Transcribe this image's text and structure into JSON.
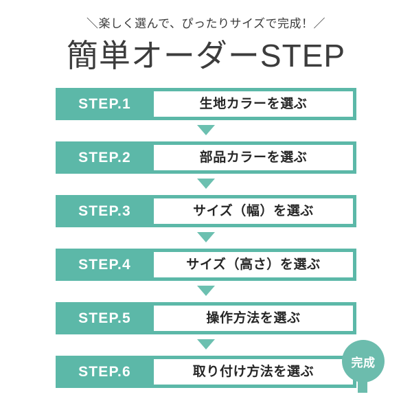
{
  "header": {
    "subtitle": "＼楽しく選んで、ぴったりサイズで完成！／",
    "title": "簡単オーダーSTEP"
  },
  "theme": {
    "accent": "#5cb8a8",
    "accent_light": "#6cc0b0",
    "badge": "#6cbcad",
    "panel_bg": "#ffffff",
    "text_dark": "#262626",
    "title_color": "#3c3c3c",
    "page_bg": "#ffffff"
  },
  "steps": [
    {
      "label": "STEP.1",
      "text": "生地カラーを選ぶ"
    },
    {
      "label": "STEP.2",
      "text": "部品カラーを選ぶ"
    },
    {
      "label": "STEP.3",
      "text": "サイズ（幅）を選ぶ"
    },
    {
      "label": "STEP.4",
      "text": "サイズ（高さ）を選ぶ"
    },
    {
      "label": "STEP.5",
      "text": "操作方法を選ぶ"
    },
    {
      "label": "STEP.6",
      "text": "取り付け方法を選ぶ"
    }
  ],
  "badge": {
    "text": "完成"
  },
  "connector": {
    "icon": "triangle-down-icon"
  }
}
